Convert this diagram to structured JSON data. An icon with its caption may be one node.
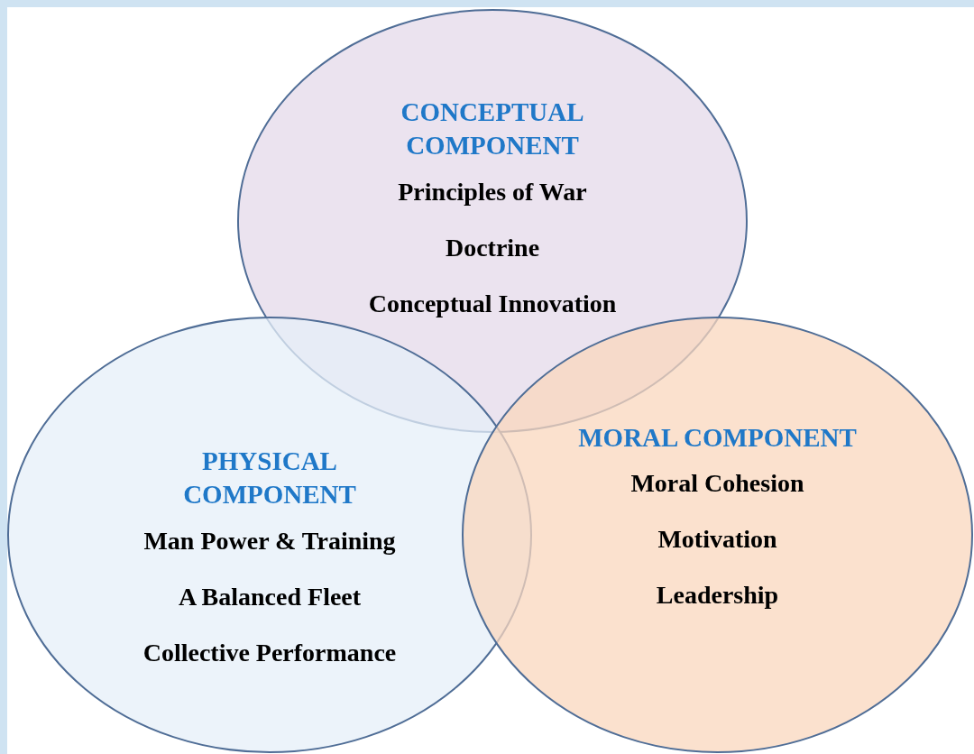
{
  "diagram": {
    "nodes": [
      {
        "text": [
          "CONCEPTUAL COMPONENT",
          "Principles of War",
          "Doctrine",
          "Conceptual Innovation"
        ]
      },
      {
        "text": [
          "PHYSICAL COMPONENT",
          "Man Power & Training",
          "A Balanced Fleet",
          "Collective Performance"
        ]
      },
      {
        "text": [
          "MORAL COMPONENT",
          "Moral Cohesion",
          "Motivation",
          "Leadership"
        ]
      }
    ]
  }
}
